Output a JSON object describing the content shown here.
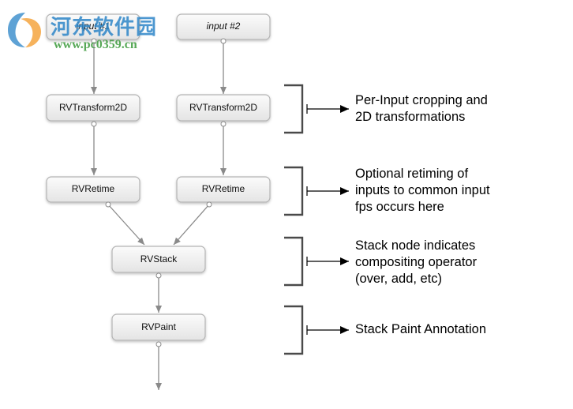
{
  "nodes": {
    "input1": "input #1",
    "input2": "input #2",
    "transform1": "RVTransform2D",
    "transform2": "RVTransform2D",
    "retime1": "RVRetime",
    "retime2": "RVRetime",
    "stack": "RVStack",
    "paint": "RVPaint"
  },
  "annotations": [
    {
      "lines": [
        "Per-Input cropping and",
        "2D transformations"
      ]
    },
    {
      "lines": [
        "Optional retiming of",
        "inputs to common input",
        "fps occurs here"
      ]
    },
    {
      "lines": [
        "Stack node indicates",
        "compositing operator",
        "(over, add, etc)"
      ]
    },
    {
      "lines": [
        "Stack Paint Annotation"
      ]
    }
  ],
  "watermark": {
    "title": "河东软件园",
    "url": "www.pc0359.cn"
  },
  "colors": {
    "node_fill_top": "#fbfbfb",
    "node_fill_bottom": "#e6e6e6",
    "edge": "#8a8a8a",
    "bracket": "#4a4a4a",
    "watermark_blue": "#2e86c8",
    "watermark_green": "#3a9a3a"
  }
}
